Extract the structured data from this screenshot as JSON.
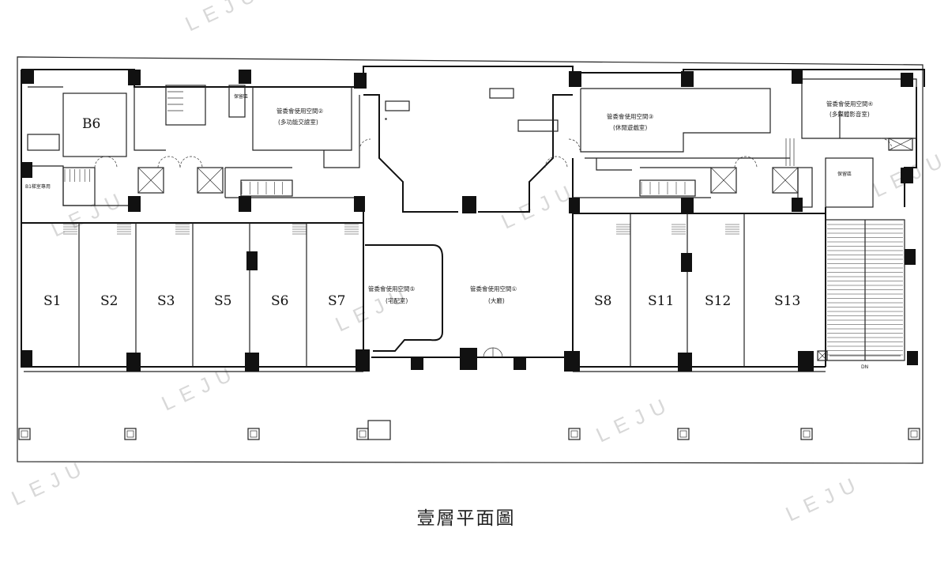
{
  "title": "壹層平面圖",
  "watermark": "LEJU",
  "units": [
    {
      "id": "B6",
      "label": "B6"
    },
    {
      "id": "S1",
      "label": "S1"
    },
    {
      "id": "S2",
      "label": "S2"
    },
    {
      "id": "S3",
      "label": "S3"
    },
    {
      "id": "S5",
      "label": "S5"
    },
    {
      "id": "S6",
      "label": "S6"
    },
    {
      "id": "S7",
      "label": "S7"
    },
    {
      "id": "S8",
      "label": "S8"
    },
    {
      "id": "S11",
      "label": "S11"
    },
    {
      "id": "S12",
      "label": "S12"
    },
    {
      "id": "S13",
      "label": "S13"
    }
  ],
  "rooms": [
    {
      "id": "r1",
      "name": "管委會使用空間①",
      "use": "(大廳)"
    },
    {
      "id": "r2",
      "name": "管委會使用空間②",
      "use": "(多功能交誼室)"
    },
    {
      "id": "r3",
      "name": "管委會使用空間③",
      "use": "(休閒遊戲室)"
    },
    {
      "id": "r4",
      "name": "管委會使用空間④",
      "use": "(多媒體影音室)"
    },
    {
      "id": "r5",
      "name": "管委會使用空間⑤",
      "use": "(宅配室)"
    }
  ],
  "labels": {
    "reserved_left": "保留區",
    "reserved_right": "保留區",
    "b1_entry": "B1梯室專用",
    "dn": "DN"
  }
}
